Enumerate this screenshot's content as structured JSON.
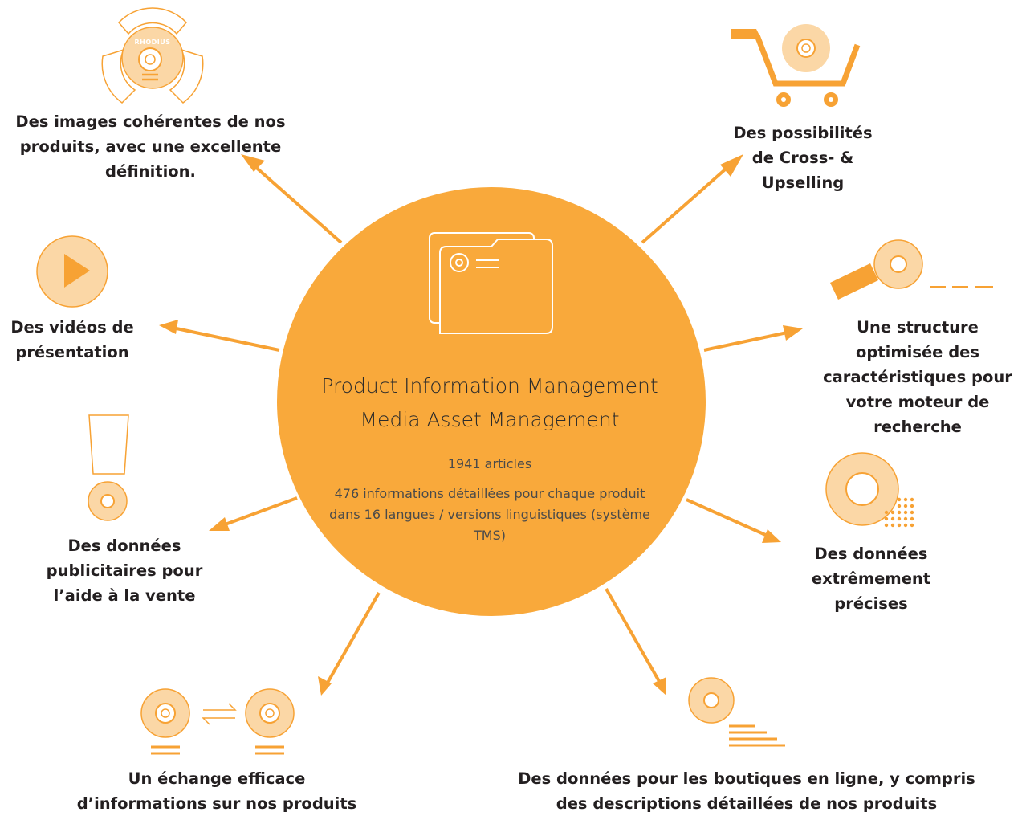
{
  "center": {
    "title_line1": "Product Information Management",
    "title_line2": "Media Asset Management",
    "articles": "1941 articles",
    "details": "476 informations détaillées pour chaque produit dans 16 langues / versions linguistiques (système TMS)"
  },
  "brand_logo_text": "RHODIUS",
  "labels": {
    "images": [
      "Des images cohérentes de nos",
      "produits, avec une excellente",
      "définition."
    ],
    "cross": [
      "Des possibilités",
      "de Cross- &",
      "Upselling"
    ],
    "videos": [
      "Des vidéos de",
      "présentation"
    ],
    "structure": [
      "Une structure",
      "optimisée des",
      "caractéristiques pour",
      "votre moteur de",
      "recherche"
    ],
    "advertising": [
      "Des données",
      "publicitaires pour",
      "l’aide à la vente"
    ],
    "precise": [
      "Des données",
      "extrêmement",
      "précises"
    ],
    "exchange": [
      "Un échange efficace",
      "d’informations sur nos produits"
    ],
    "shops": [
      "Des données pour les boutiques en ligne, y compris",
      "des descriptions détaillées de nos produits"
    ]
  },
  "colors": {
    "accent": "#f7a234",
    "accent_light": "#fbd7a6",
    "circle": "#f9a93b",
    "text": "#231f20"
  },
  "icons": [
    "target-logo-icon",
    "shopping-cart-icon",
    "play-icon",
    "search-magnifier-icon",
    "exclamation-icon",
    "precision-dots-icon",
    "exchange-arrows-icon",
    "stacked-lines-icon",
    "folder-icon"
  ]
}
